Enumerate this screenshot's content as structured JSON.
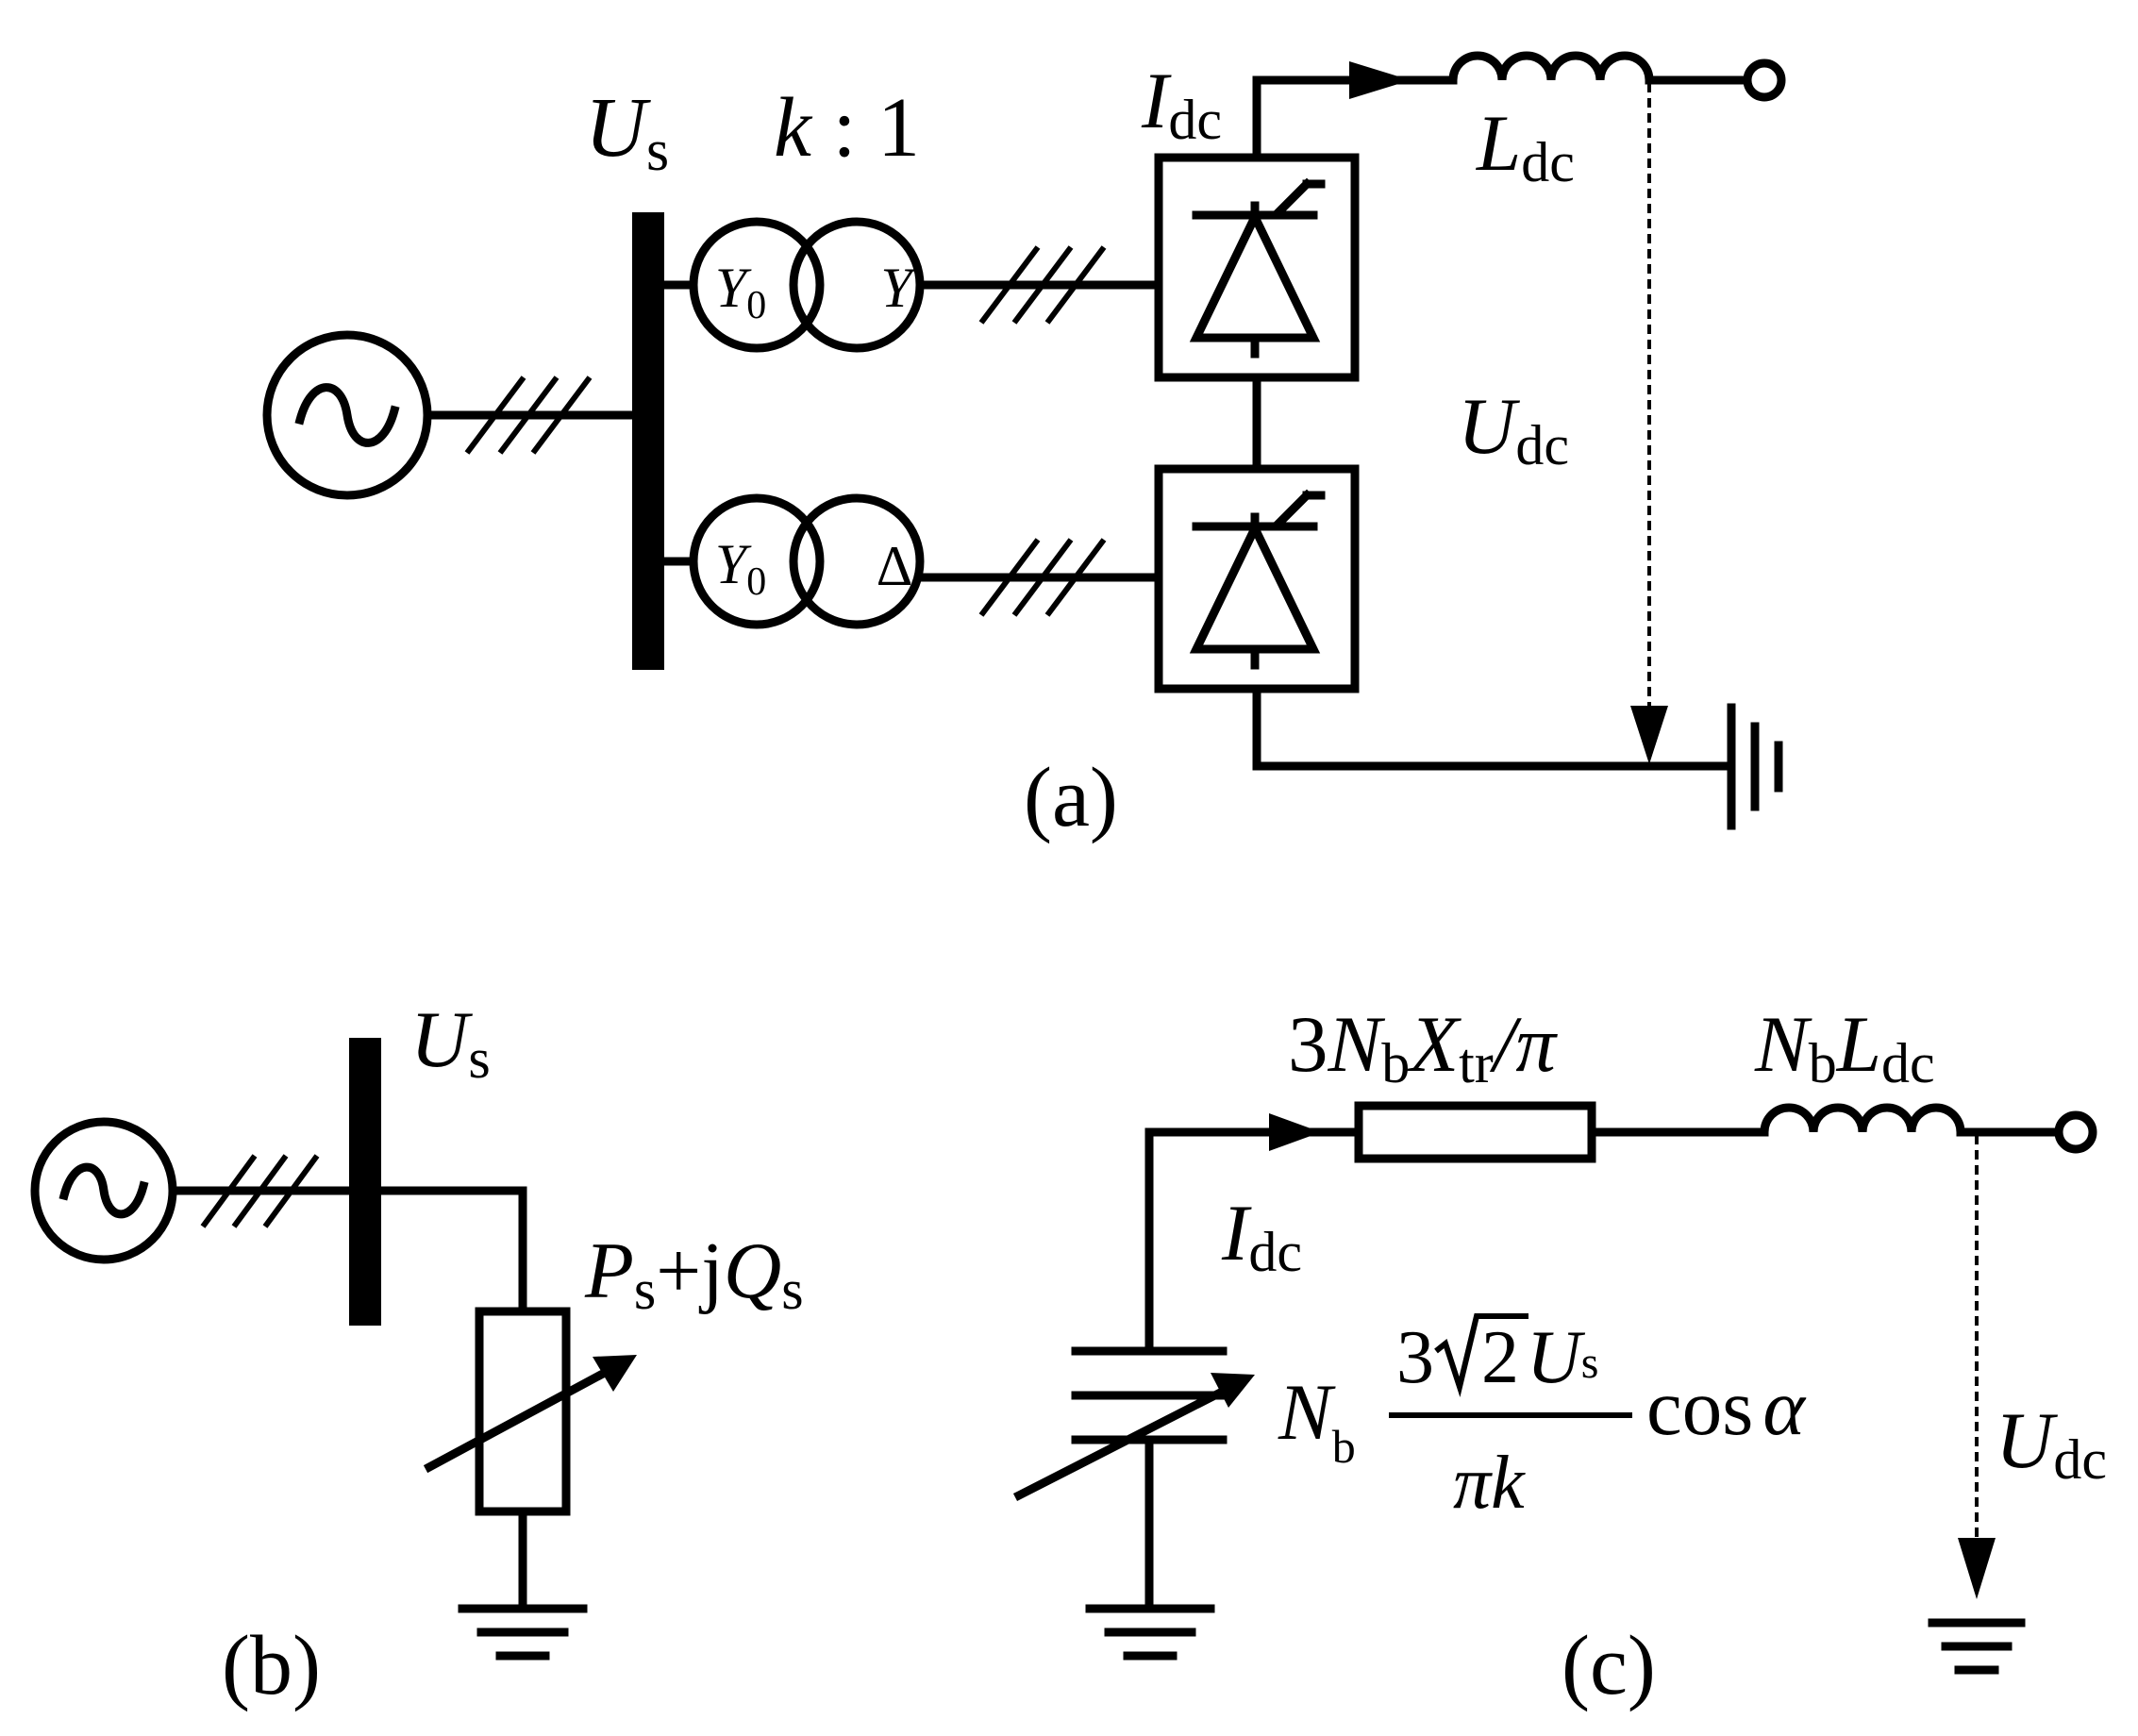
{
  "panel_a": {
    "caption": "(a)",
    "bus_voltage": {
      "main": "U",
      "sub": "s"
    },
    "turns_ratio": {
      "k": "k",
      "rest": " : 1"
    },
    "transformer_top": {
      "primary": "Y",
      "primary_sub": "0",
      "secondary": "Y"
    },
    "transformer_bottom": {
      "primary": "Y",
      "primary_sub": "0",
      "secondary": "Δ"
    },
    "dc_current": {
      "main": "I",
      "sub": "dc"
    },
    "dc_inductor": {
      "main": "L",
      "sub": "dc"
    },
    "dc_voltage": {
      "main": "U",
      "sub": "dc"
    }
  },
  "panel_b": {
    "caption": "(b)",
    "bus_voltage": {
      "main": "U",
      "sub": "s"
    },
    "load": {
      "p": "P",
      "p_sub": "s",
      "mid": "+j",
      "q": "Q",
      "q_sub": "s"
    }
  },
  "panel_c": {
    "caption": "(c)",
    "resistance": {
      "lead": "3",
      "n": "N",
      "n_sub": "b",
      "x": "X",
      "x_sub": "tr",
      "div": "/",
      "pi": "π"
    },
    "inductance": {
      "n": "N",
      "n_sub": "b",
      "l": "L",
      "l_sub": "dc"
    },
    "dc_current": {
      "main": "I",
      "sub": "dc"
    },
    "dc_voltage": {
      "main": "U",
      "sub": "dc"
    },
    "source": {
      "n": "N",
      "n_sub": "b",
      "num_lead": "3",
      "num_root": "2",
      "num_u": "U",
      "num_u_sub": "s",
      "den_pi": "π",
      "den_k": "k",
      "cos": "cos",
      "alpha": "α"
    }
  }
}
